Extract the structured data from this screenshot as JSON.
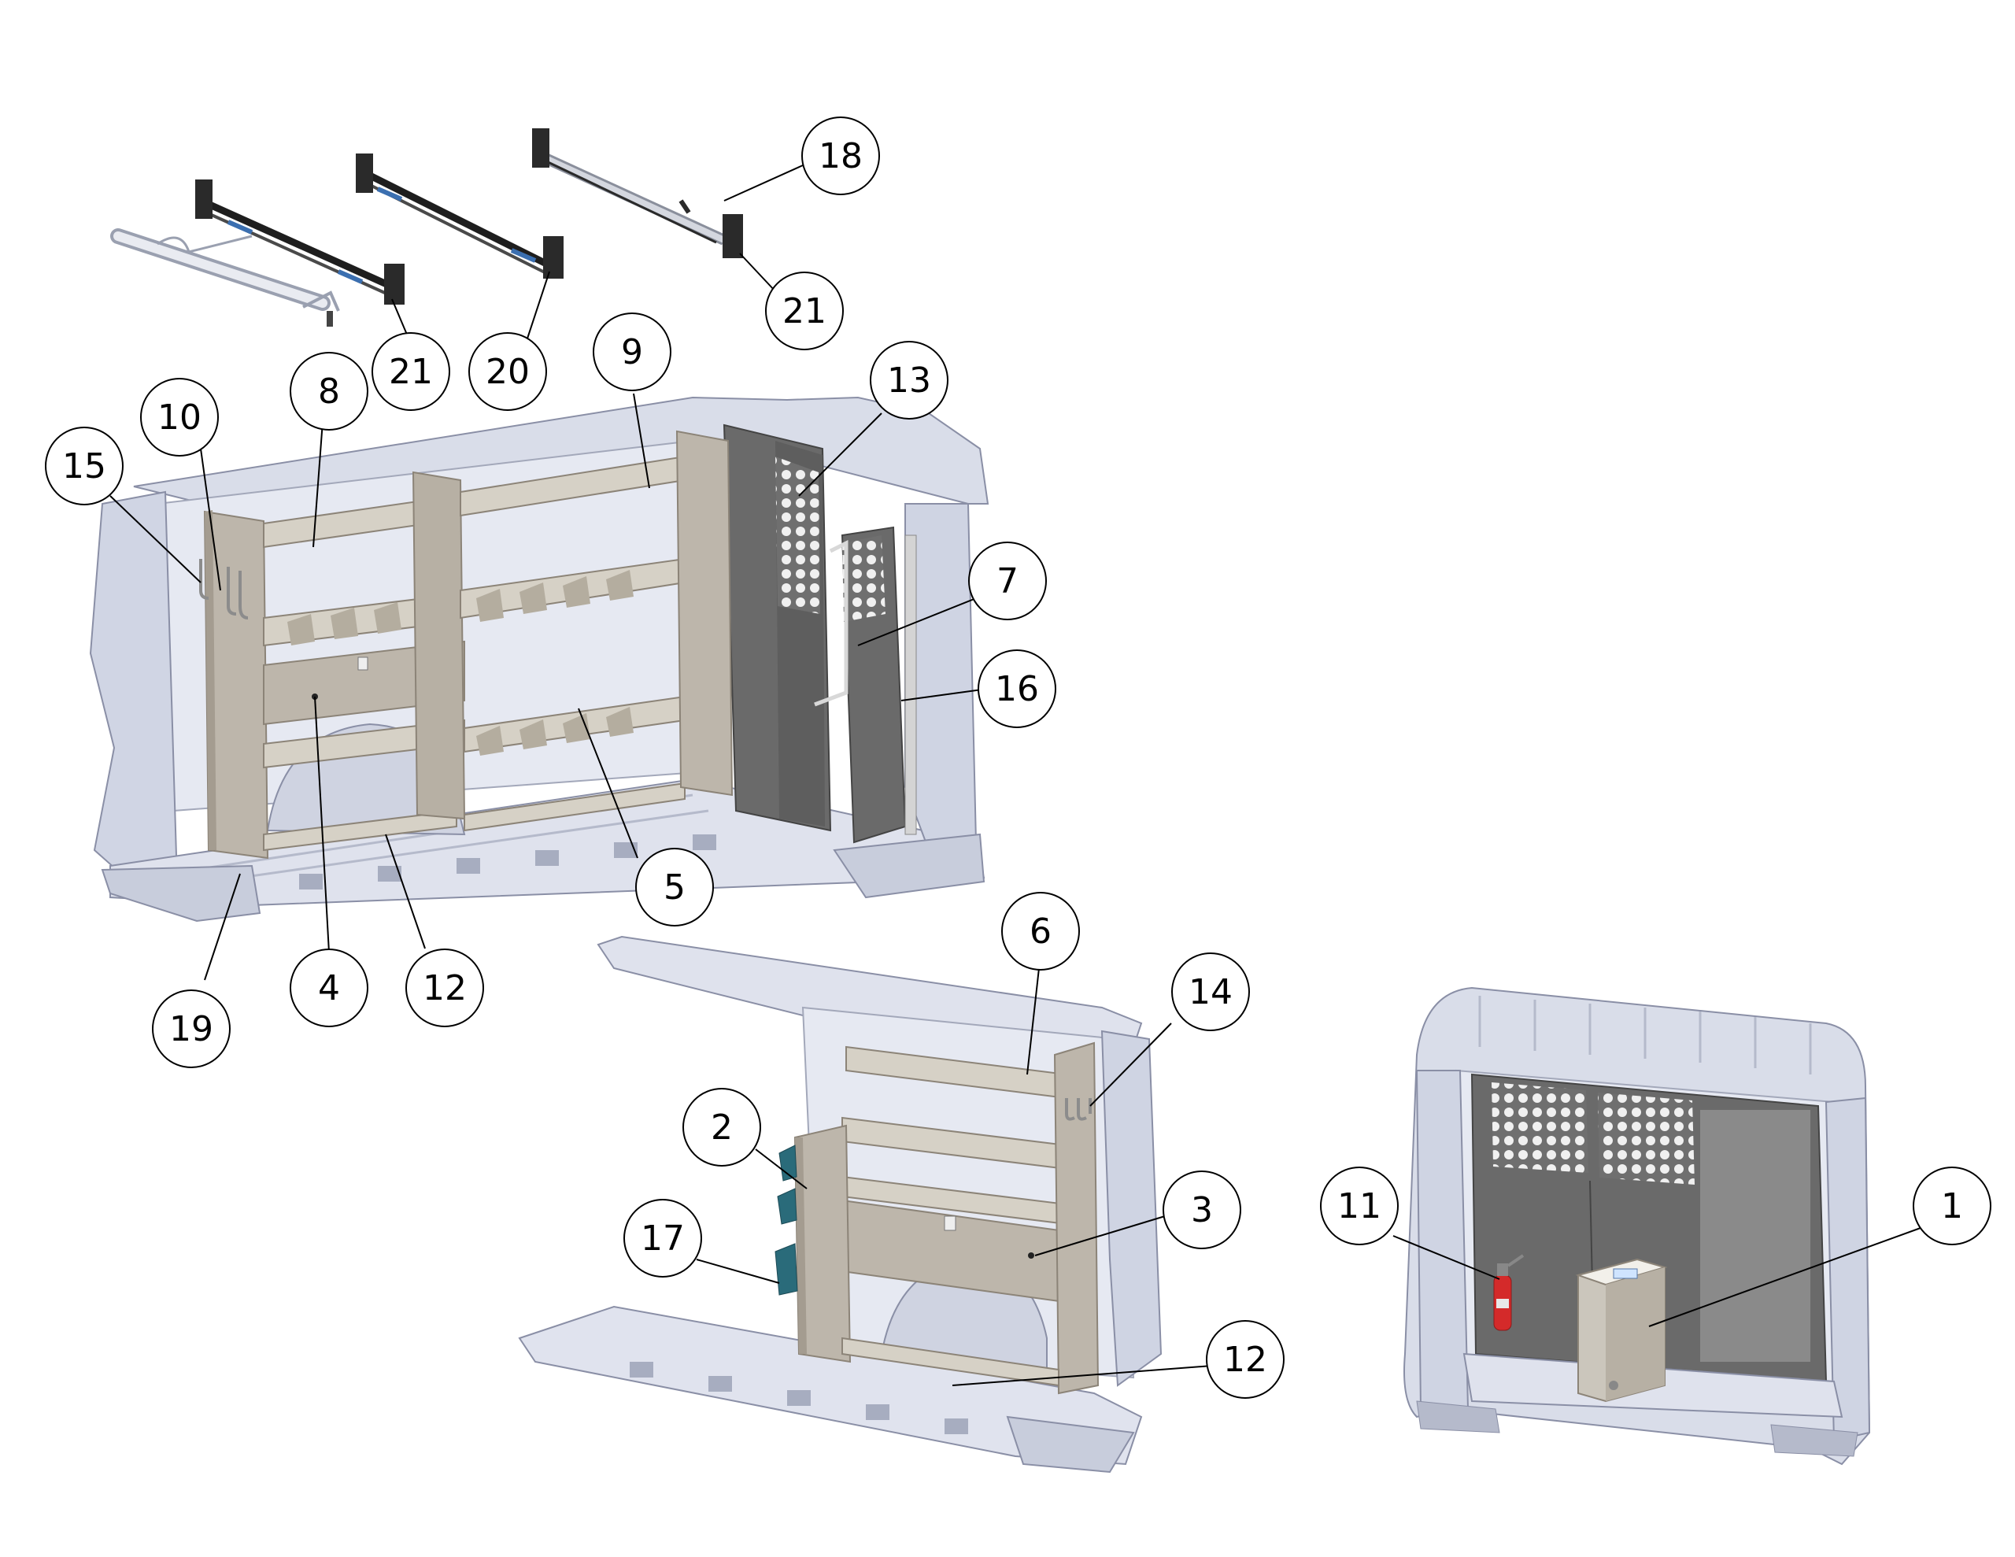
{
  "colors": {
    "van_body": "#dde1ee",
    "van_body_shade": "#c3c8da",
    "van_outline": "#8a8fa6",
    "shelf_panel": "#bdb6ab",
    "shelf_panel_dark": "#a49c90",
    "shelf_edge": "#d6d1c6",
    "partition": "#6f6f6f",
    "partition_dark": "#4f4f4f",
    "ladder_rack": "#2a2a2a",
    "ladder_accent": "#3b6fb0",
    "bin_teal": "#2a6b7a",
    "extinguisher": "#d42a2a",
    "callout_line": "#000000",
    "callout_fill": "#ffffff"
  },
  "callouts": [
    {
      "id": "c18",
      "label": "18"
    },
    {
      "id": "c21a",
      "label": "21"
    },
    {
      "id": "c21b",
      "label": "21"
    },
    {
      "id": "c20",
      "label": "20"
    },
    {
      "id": "c9",
      "label": "9"
    },
    {
      "id": "c13",
      "label": "13"
    },
    {
      "id": "c8",
      "label": "8"
    },
    {
      "id": "c10",
      "label": "10"
    },
    {
      "id": "c15",
      "label": "15"
    },
    {
      "id": "c7",
      "label": "7"
    },
    {
      "id": "c16",
      "label": "16"
    },
    {
      "id": "c5",
      "label": "5"
    },
    {
      "id": "c4",
      "label": "4"
    },
    {
      "id": "c12a",
      "label": "12"
    },
    {
      "id": "c19",
      "label": "19"
    },
    {
      "id": "c6",
      "label": "6"
    },
    {
      "id": "c14",
      "label": "14"
    },
    {
      "id": "c2",
      "label": "2"
    },
    {
      "id": "c3",
      "label": "3"
    },
    {
      "id": "c17",
      "label": "17"
    },
    {
      "id": "c12b",
      "label": "12"
    },
    {
      "id": "c11",
      "label": "11"
    },
    {
      "id": "c1",
      "label": "1"
    }
  ]
}
